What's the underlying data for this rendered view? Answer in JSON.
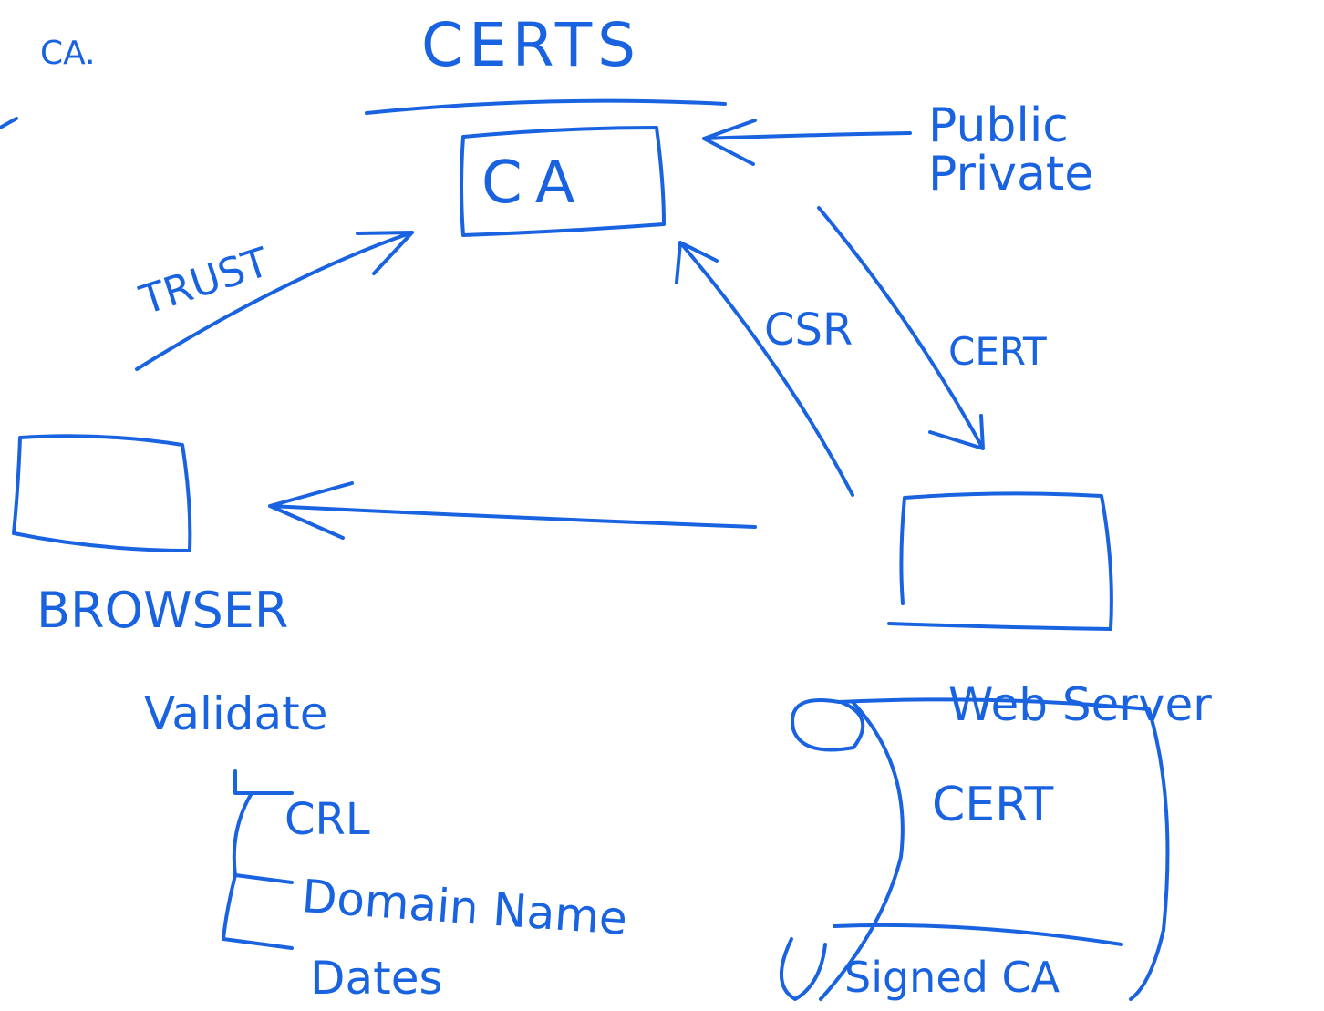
{
  "ink_color": "#1a63e0",
  "background_color": "#ffffff",
  "labels": {
    "corner_note": "CA.",
    "heading": "CERTS",
    "ca_box": "CA",
    "public": "Public",
    "private": "Private",
    "trust": "TRUST",
    "csr": "CSR",
    "cert_arrow": "CERT",
    "browser": "BROWSER",
    "web_server": "Web Server",
    "validate": "Validate",
    "crl": "CRL",
    "domain_name": "Domain Name",
    "dates": "Dates",
    "scroll_cert": "CERT",
    "signed_ca": "Signed CA"
  }
}
